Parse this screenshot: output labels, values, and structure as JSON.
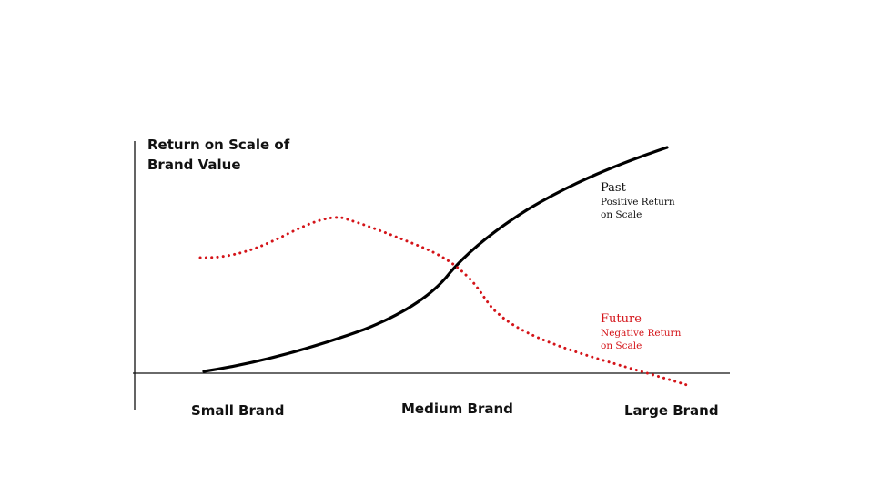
{
  "chart_data": {
    "type": "line",
    "title": "",
    "ylabel": "Return on Scale of Brand Value",
    "xlabel": "",
    "categories": [
      "Small Brand",
      "Medium Brand",
      "Large Brand"
    ],
    "grid": false,
    "legend": "inline annotations",
    "series": [
      {
        "name": "Past",
        "description": "Positive Return on Scale",
        "style": "solid",
        "color": "#000000",
        "trend": "increasing",
        "points_relative": [
          [
            0.0,
            0.01
          ],
          [
            0.25,
            0.2
          ],
          [
            0.5,
            0.49
          ],
          [
            0.75,
            0.8
          ],
          [
            1.0,
            1.0
          ]
        ]
      },
      {
        "name": "Future",
        "description": "Negative Return on Scale",
        "style": "dotted",
        "color": "#d41419",
        "trend": "rise then decline",
        "points_relative": [
          [
            0.0,
            0.51
          ],
          [
            0.29,
            0.68
          ],
          [
            0.5,
            0.49
          ],
          [
            0.62,
            0.28
          ],
          [
            0.88,
            0.0
          ],
          [
            1.0,
            -0.05
          ]
        ]
      }
    ]
  },
  "axis": {
    "ylabel": "Return on Scale of\nBrand Value",
    "xticks": [
      "Small Brand",
      "Medium Brand",
      "Large Brand"
    ]
  },
  "annotations": {
    "past": {
      "title": "Past",
      "subtitle_line1": "Positive Return",
      "subtitle_line2": "on Scale",
      "color": "#000000"
    },
    "future": {
      "title": "Future",
      "subtitle_line1": "Negative Return",
      "subtitle_line2": "on Scale",
      "color": "#d41419"
    }
  }
}
